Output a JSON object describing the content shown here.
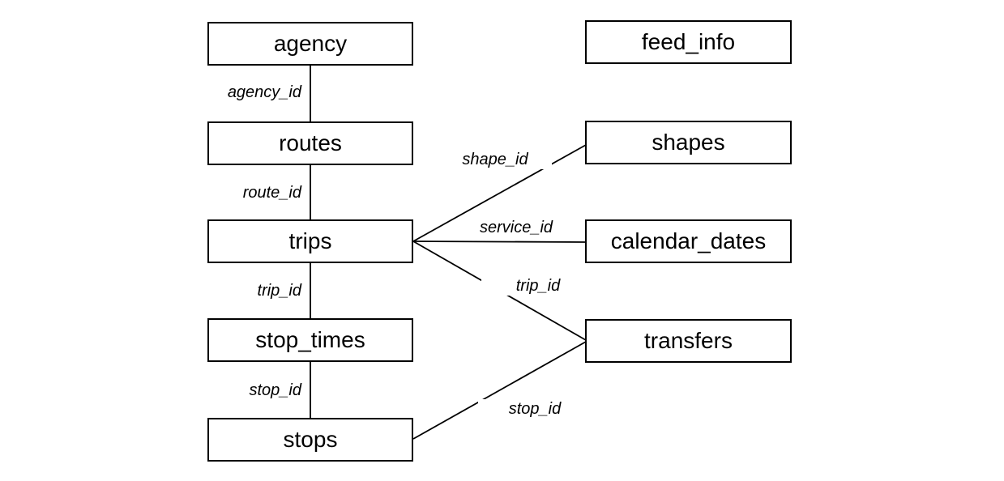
{
  "diagram": {
    "description": "Entity relationship diagram of GTFS feed tables",
    "colors": {
      "background": "#ffffff",
      "line": "#000000",
      "text": "#000000"
    },
    "nodes": [
      {
        "id": "agency",
        "label": "agency"
      },
      {
        "id": "routes",
        "label": "routes"
      },
      {
        "id": "trips",
        "label": "trips"
      },
      {
        "id": "stop_times",
        "label": "stop_times"
      },
      {
        "id": "stops",
        "label": "stops"
      },
      {
        "id": "feed_info",
        "label": "feed_info"
      },
      {
        "id": "shapes",
        "label": "shapes"
      },
      {
        "id": "calendar_dates",
        "label": "calendar_dates"
      },
      {
        "id": "transfers",
        "label": "transfers"
      }
    ],
    "edges": [
      {
        "id": "agency-routes",
        "from": "agency",
        "to": "routes",
        "label": "agency_id"
      },
      {
        "id": "routes-trips",
        "from": "routes",
        "to": "trips",
        "label": "route_id"
      },
      {
        "id": "trips-stop_times",
        "from": "trips",
        "to": "stop_times",
        "label": "trip_id"
      },
      {
        "id": "stop_times-stops",
        "from": "stop_times",
        "to": "stops",
        "label": "stop_id"
      },
      {
        "id": "trips-shapes",
        "from": "trips",
        "to": "shapes",
        "label": "shape_id"
      },
      {
        "id": "trips-calendar_dates",
        "from": "trips",
        "to": "calendar_dates",
        "label": "service_id"
      },
      {
        "id": "trips-transfers",
        "from": "trips",
        "to": "transfers",
        "label": "trip_id"
      },
      {
        "id": "stops-transfers",
        "from": "stops",
        "to": "transfers",
        "label": "stop_id"
      }
    ]
  }
}
